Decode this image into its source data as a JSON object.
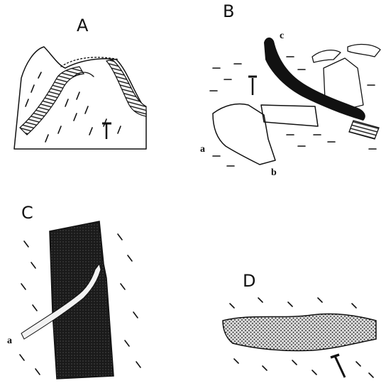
{
  "panels": {
    "A": {
      "label": "A"
    },
    "B": {
      "label": "B",
      "annotations": [
        "a",
        "b",
        "c"
      ]
    },
    "C": {
      "label": "C",
      "annotations": [
        "a"
      ]
    },
    "D": {
      "label": "D"
    }
  }
}
